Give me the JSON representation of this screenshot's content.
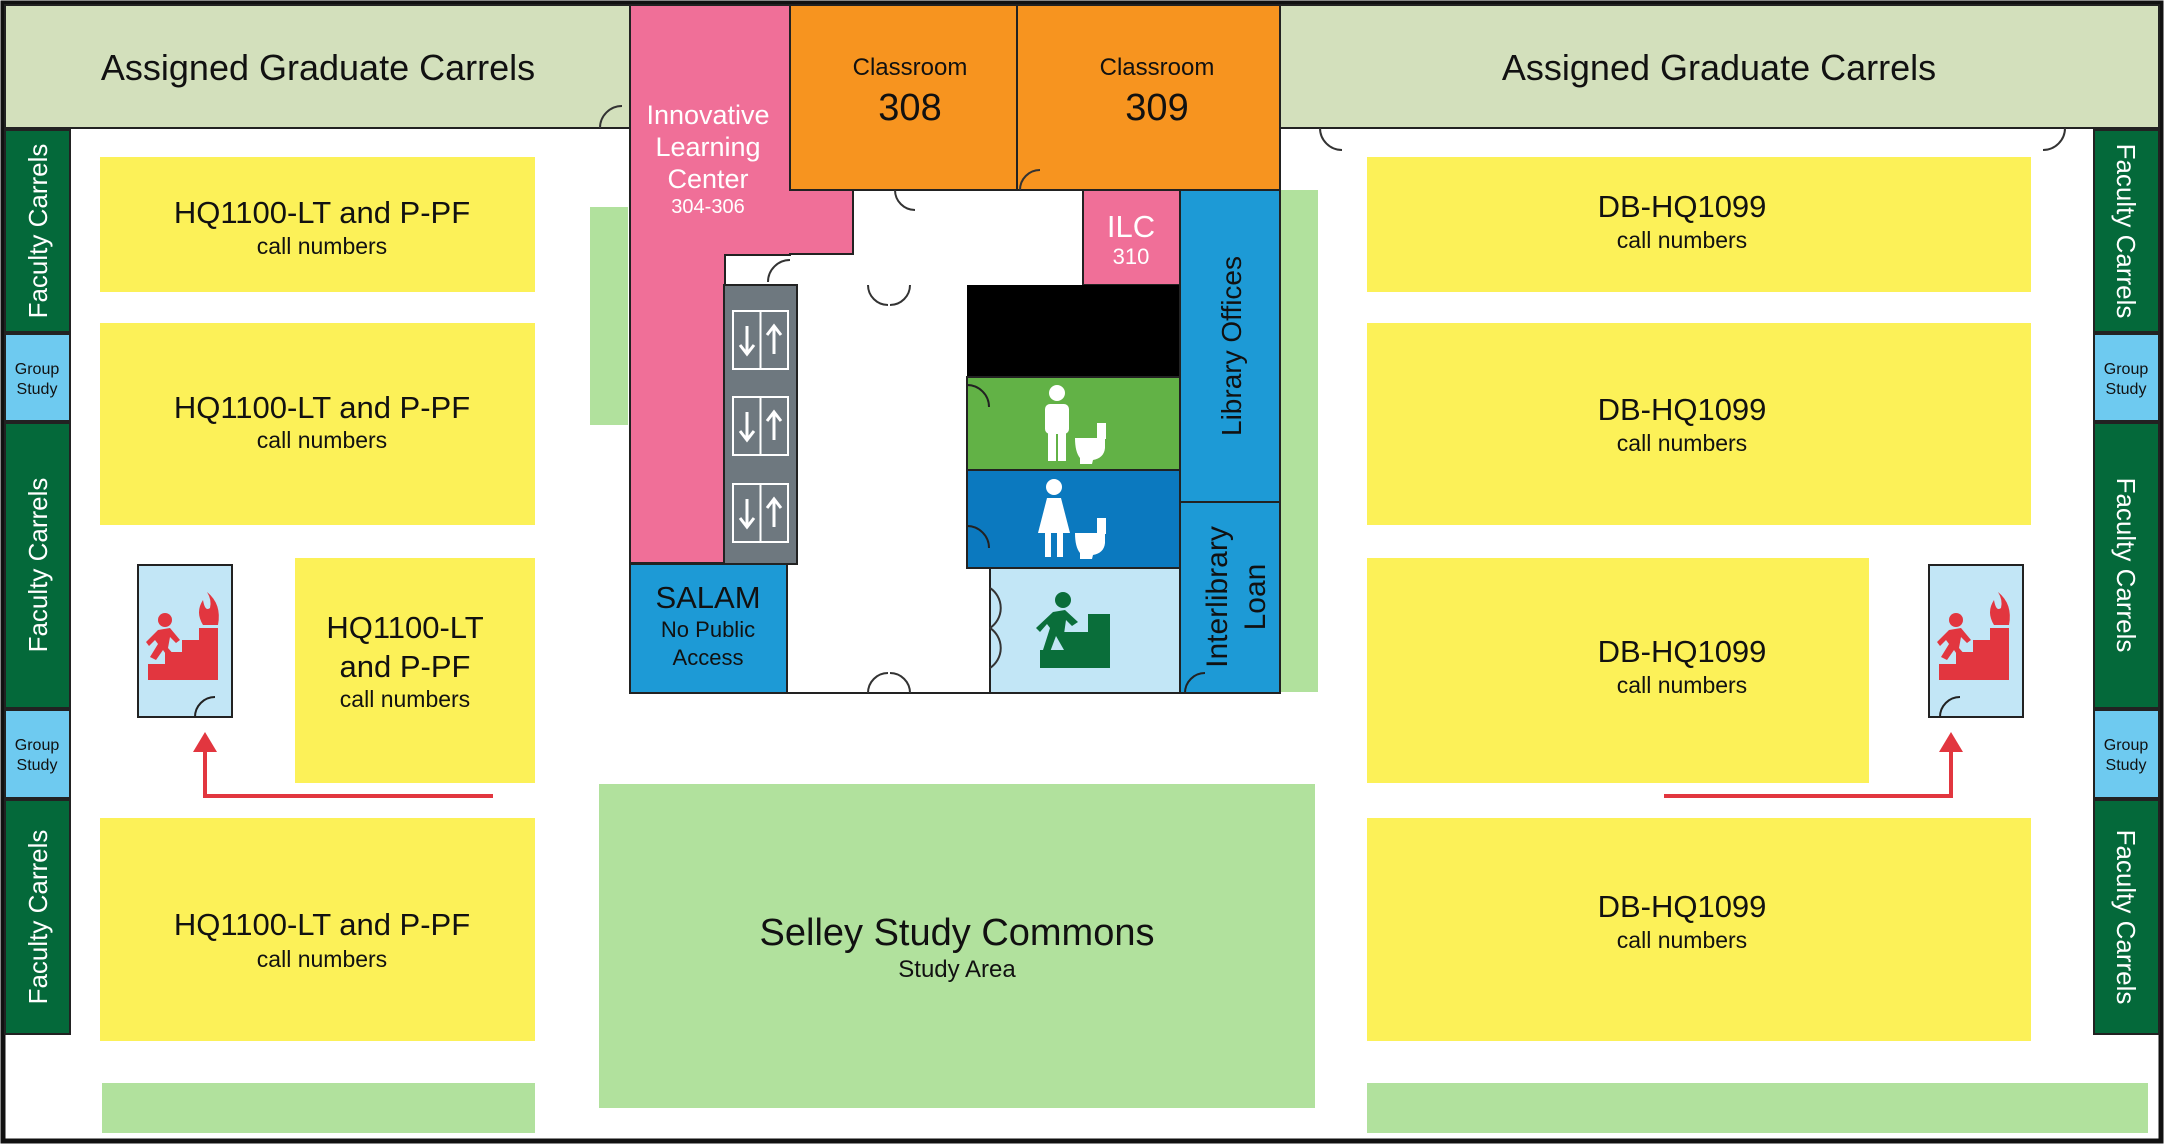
{
  "colors": {
    "carrels_band": "#d3e0bc",
    "faculty_carrel": "#04693a",
    "group_study": "#6ecaf0",
    "stacks": "#fcf158",
    "study_green": "#b1e19d",
    "ilc_pink": "#f06f98",
    "classroom_orange": "#f7941f",
    "library_blue": "#1d9ad6",
    "elevator_gray": "#6e787f",
    "mens_restroom": "#62b246",
    "womens_restroom": "#0b79bf",
    "stair_light_blue": "#c2e6f6",
    "exit_arrow_red": "#e2363f"
  },
  "top_bands": {
    "left_label": "Assigned Graduate Carrels",
    "right_label": "Assigned Graduate Carrels"
  },
  "faculty_carrels": {
    "label": "Faculty Carrels"
  },
  "group_study": {
    "line1": "Group",
    "line2": "Study"
  },
  "left_stacks": {
    "block1": {
      "range": "HQ1100-LT and P-PF",
      "sub": "call numbers"
    },
    "block2": {
      "range": "HQ1100-LT and P-PF",
      "sub": "call numbers"
    },
    "block3": {
      "range_line1": "HQ1100-LT",
      "range_line2": "and P-PF",
      "sub": "call numbers"
    },
    "block4": {
      "range": "HQ1100-LT and P-PF",
      "sub": "call numbers"
    }
  },
  "right_stacks": {
    "block1": {
      "range": "DB-HQ1099",
      "sub": "call numbers"
    },
    "block2": {
      "range": "DB-HQ1099",
      "sub": "call numbers"
    },
    "block3": {
      "range": "DB-HQ1099",
      "sub": "call numbers"
    },
    "block4": {
      "range": "DB-HQ1099",
      "sub": "call numbers"
    }
  },
  "innovative_learning_center": {
    "line1": "Innovative",
    "line2": "Learning",
    "line3": "Center",
    "rooms": "304-306"
  },
  "classroom_308": {
    "label": "Classroom",
    "number": "308"
  },
  "classroom_309": {
    "label": "Classroom",
    "number": "309"
  },
  "ilc_310": {
    "label": "ILC",
    "number": "310"
  },
  "library_offices": {
    "label": "Library Offices"
  },
  "interlibrary_loan": {
    "line1": "Interlibrary",
    "line2": "Loan"
  },
  "salam": {
    "title": "SALAM",
    "line1": "No Public",
    "line2": "Access"
  },
  "selley": {
    "title": "Selley Study Commons",
    "sub": "Study Area"
  },
  "icons": {
    "elevator": "elevator-down-up-icon",
    "mens": "mens-restroom-icon",
    "womens": "womens-restroom-icon",
    "stairs": "stairs-icon",
    "fire_exit": "fire-exit-stairs-icon",
    "exit_route": "exit-route-arrow"
  }
}
